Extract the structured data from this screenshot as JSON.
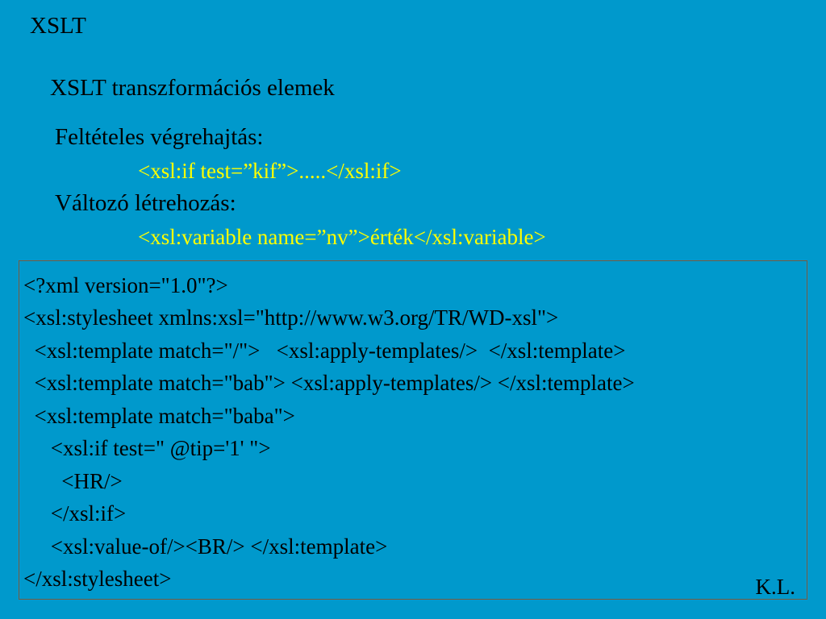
{
  "slide": {
    "title": "XSLT",
    "subtitle": "XSLT transzformációs elemek",
    "conditional_label": "Feltételes végrehajtás:",
    "conditional_code": "<xsl:if test=”kif”>.....</xsl:if>",
    "variable_label": "Változó létrehozás:",
    "variable_code": "<xsl:variable name=”nv”>érték</xsl:variable>"
  },
  "code_example": {
    "lines": [
      "<?xml version=\"1.0\"?>",
      "<xsl:stylesheet xmlns:xsl=\"http://www.w3.org/TR/WD-xsl\">",
      "  <xsl:template match=\"/\">   <xsl:apply-templates/>  </xsl:template>",
      "  <xsl:template match=\"bab\"> <xsl:apply-templates/> </xsl:template>",
      "  <xsl:template match=\"baba\">",
      "     <xsl:if test=\" @tip='1' \">",
      "       <HR/>",
      "     </xsl:if>",
      "     <xsl:value-of/><BR/> </xsl:template>",
      "</xsl:stylesheet>"
    ]
  },
  "footer": {
    "signature": "K.L."
  },
  "colors": {
    "background": "#0099cc",
    "text": "#000000",
    "highlight": "#ffff00",
    "box_border": "#7a5b40"
  }
}
